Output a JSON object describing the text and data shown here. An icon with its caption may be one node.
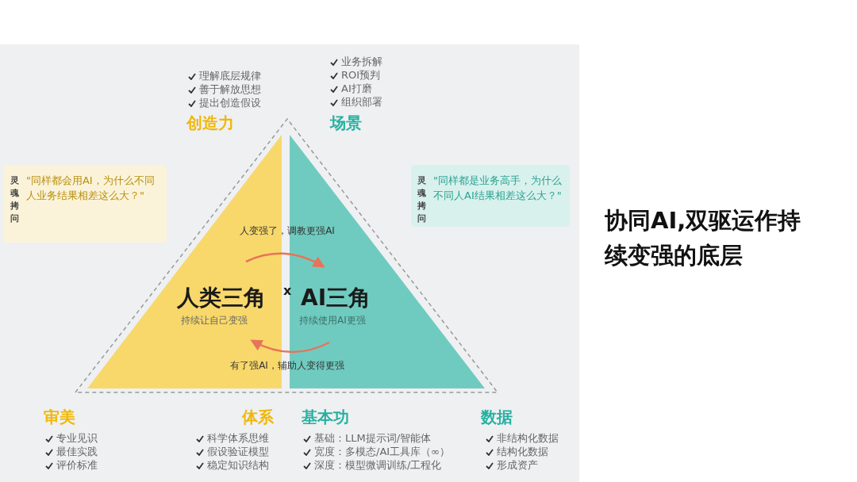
{
  "diagram": {
    "title": "协同AI,双驱运作持续变强的底层",
    "nodes": [
      {
        "text": [
          "人类三角",
          "持续让自己变强"
        ]
      },
      {
        "text": [
          "AI三角",
          "持续使用AI更强"
        ]
      },
      {
        "text": [
          "灵魂拷问",
          "\"同样都会用AI，为什么不同人业务结果相差这么大？\""
        ]
      },
      {
        "text": [
          "灵魂拷问",
          "\"同样都是业务高手，为什么不同人AI结果相差这么大？\""
        ]
      }
    ],
    "edges": [
      {
        "from": 0,
        "to": 1,
        "arrow": "to",
        "label": "人变强了，调教更强AI"
      },
      {
        "from": 1,
        "to": 0,
        "arrow": "to",
        "label": "有了强AI，辅助人变得更强"
      }
    ],
    "labels": [
      "理解底层规律",
      "善于解放思想",
      "提出创造假设",
      "创造力",
      "业务拆解",
      "ROI预判",
      "AI打磨",
      "组织部署",
      "场景",
      "x",
      "审美",
      "专业见识",
      "最佳实践",
      "评价标准",
      "体系",
      "科学体系思维",
      "假设验证模型",
      "稳定知识结构",
      "基本功",
      "基础：LLM提示词/智能体",
      "宽度：多模态/AI工具库（∞）",
      "深度：模型微调训练/工程化",
      "数据",
      "非结构化数据",
      "结构化数据",
      "形成资产"
    ]
  }
}
